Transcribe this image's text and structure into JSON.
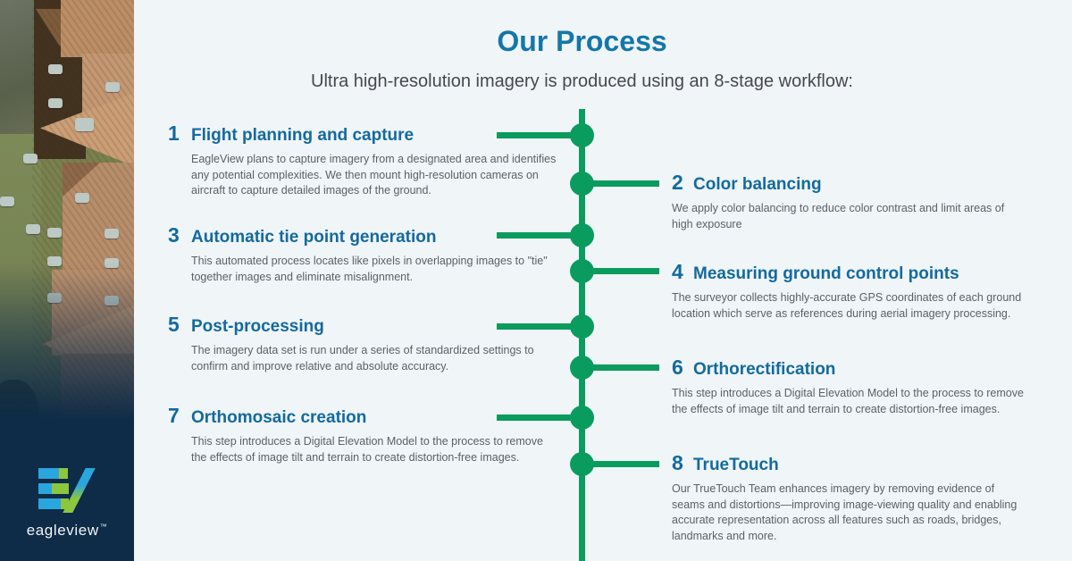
{
  "title": "Our Process",
  "subtitle": "Ultra high-resolution imagery is produced using an 8-stage workflow:",
  "brand": {
    "logo_text": "eagleview",
    "trademark": "™"
  },
  "colors": {
    "background": "#f0f5f8",
    "title_blue": "#1477a8",
    "heading_blue": "#136a9d",
    "timeline_green": "#0a9c5e",
    "navy": "#0e2b47",
    "logo_blue": "#2aa6de",
    "logo_green": "#8dc63f"
  },
  "stages": [
    {
      "number": "1",
      "side": "left",
      "title": "Flight planning and capture",
      "description": "EagleView plans to capture imagery from a designated area and identifies any potential complexities. We then mount high-resolution cameras on aircraft to capture detailed images of the ground."
    },
    {
      "number": "2",
      "side": "right",
      "title": "Color balancing",
      "description": "We apply color balancing to reduce color contrast and limit areas of high exposure"
    },
    {
      "number": "3",
      "side": "left",
      "title": "Automatic tie point generation",
      "description": "This automated process locates like pixels in overlapping images to \"tie\" together images and eliminate misalignment."
    },
    {
      "number": "4",
      "side": "right",
      "title": "Measuring ground control points",
      "description": "The surveyor collects highly-accurate GPS coordinates of each ground location which serve as references during aerial imagery processing."
    },
    {
      "number": "5",
      "side": "left",
      "title": "Post-processing",
      "description": "The imagery data set is run under a series of standardized settings to confirm and improve relative and absolute accuracy."
    },
    {
      "number": "6",
      "side": "right",
      "title": "Orthorectification",
      "description": "This step introduces a Digital Elevation Model to the process to remove the effects of image tilt and terrain to create distortion-free images."
    },
    {
      "number": "7",
      "side": "left",
      "title": "Orthomosaic creation",
      "description": "This step introduces a Digital Elevation Model to the process to remove the effects of image tilt and terrain to create distortion-free images."
    },
    {
      "number": "8",
      "side": "right",
      "title": "TrueTouch",
      "description": "Our TrueTouch Team enhances imagery by removing evidence of seams and distortions—improving image-viewing quality and enabling accurate representation across all features such as roads, bridges, landmarks and more."
    }
  ]
}
